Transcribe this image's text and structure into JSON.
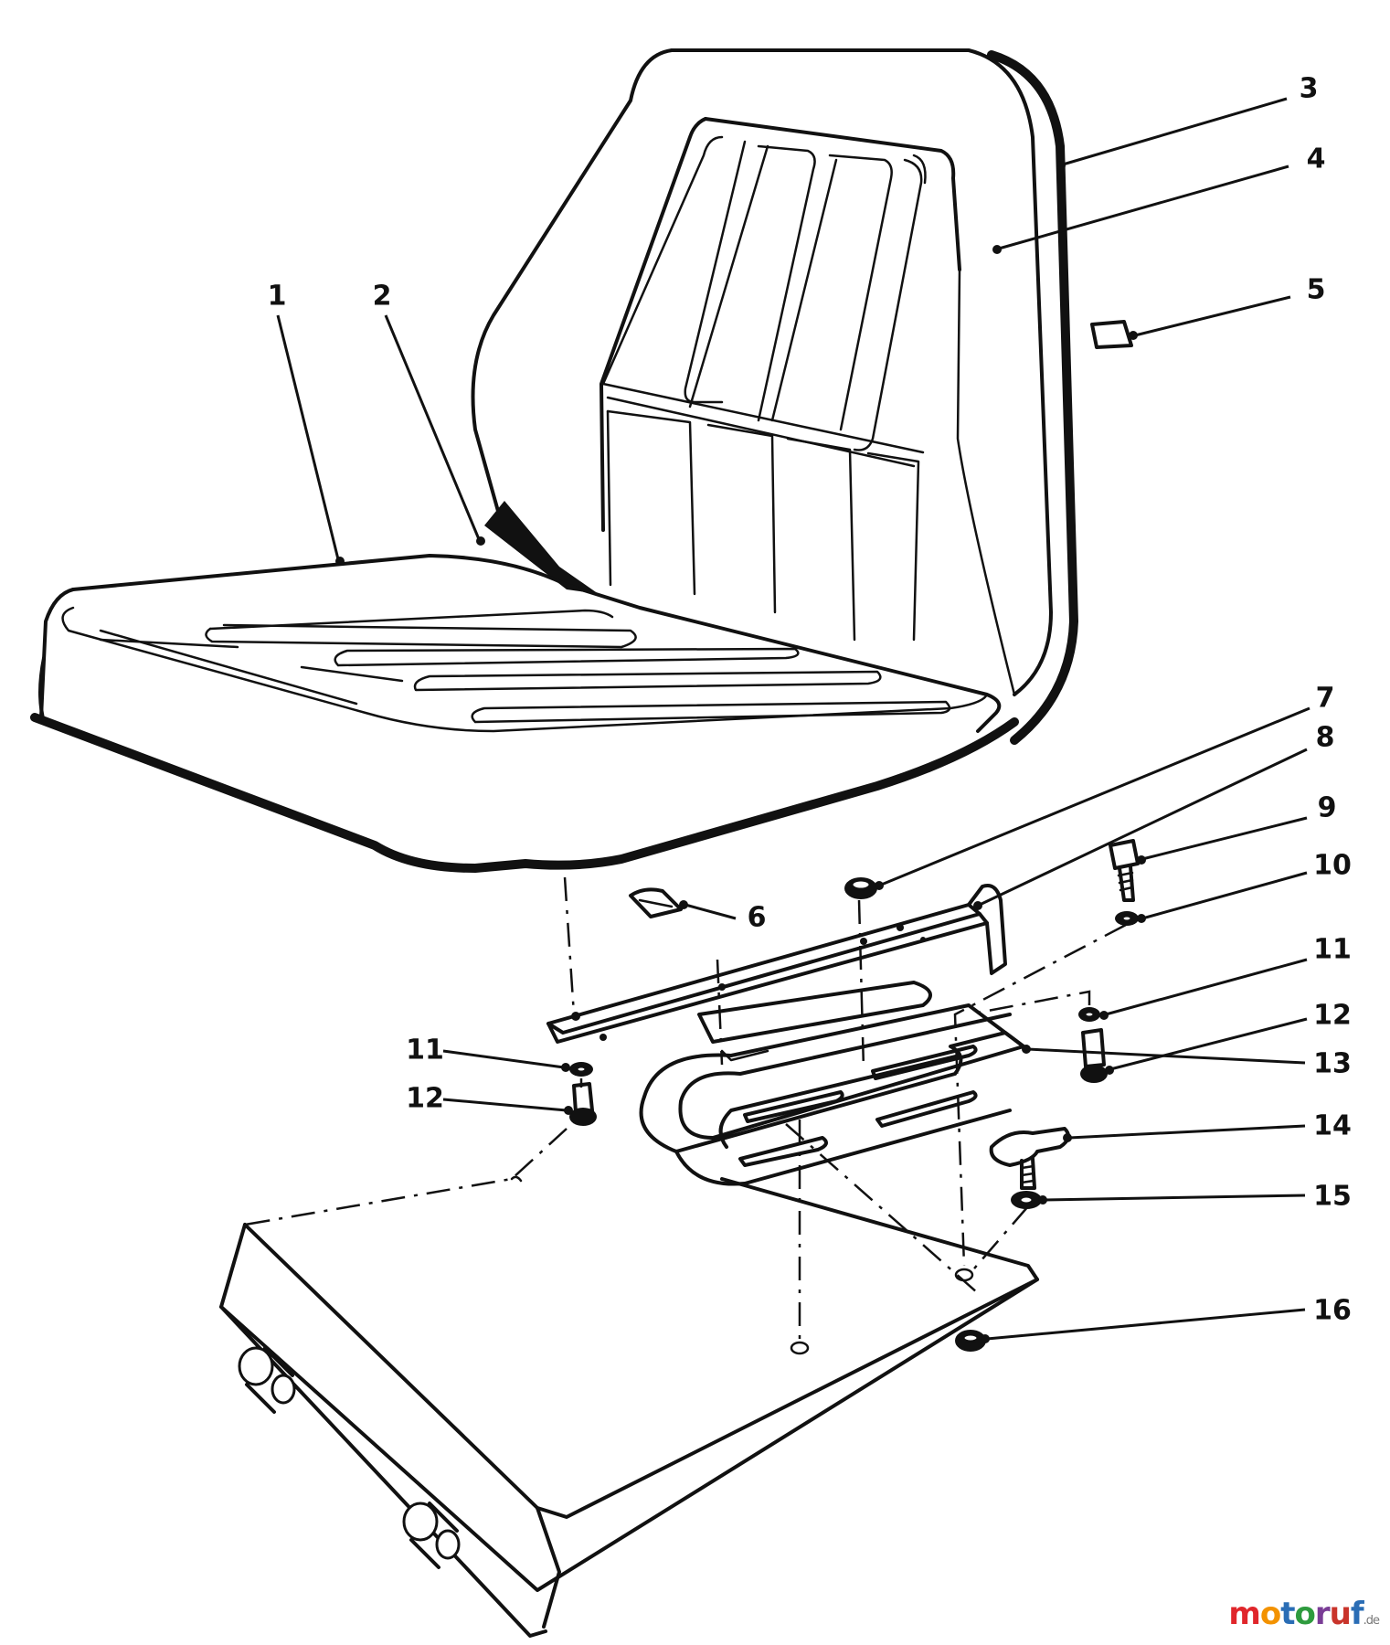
{
  "diagram": {
    "callouts": [
      {
        "id": "1",
        "label": "1"
      },
      {
        "id": "2",
        "label": "2"
      },
      {
        "id": "3",
        "label": "3"
      },
      {
        "id": "4",
        "label": "4"
      },
      {
        "id": "5",
        "label": "5"
      },
      {
        "id": "6",
        "label": "6"
      },
      {
        "id": "7",
        "label": "7"
      },
      {
        "id": "8",
        "label": "8"
      },
      {
        "id": "9",
        "label": "9"
      },
      {
        "id": "10",
        "label": "10"
      },
      {
        "id": "11a",
        "label": "11"
      },
      {
        "id": "12a",
        "label": "12"
      },
      {
        "id": "11b",
        "label": "11"
      },
      {
        "id": "12b",
        "label": "12"
      },
      {
        "id": "13",
        "label": "13"
      },
      {
        "id": "14",
        "label": "14"
      },
      {
        "id": "15",
        "label": "15"
      },
      {
        "id": "16",
        "label": "16"
      }
    ]
  },
  "watermark": {
    "brand": "motoruf",
    "suffix": ".de",
    "colors": [
      "#e0262b",
      "#f39200",
      "#2a6db5",
      "#2e9b3e",
      "#7a3d96",
      "#c9342b",
      "#2a6db5"
    ]
  }
}
